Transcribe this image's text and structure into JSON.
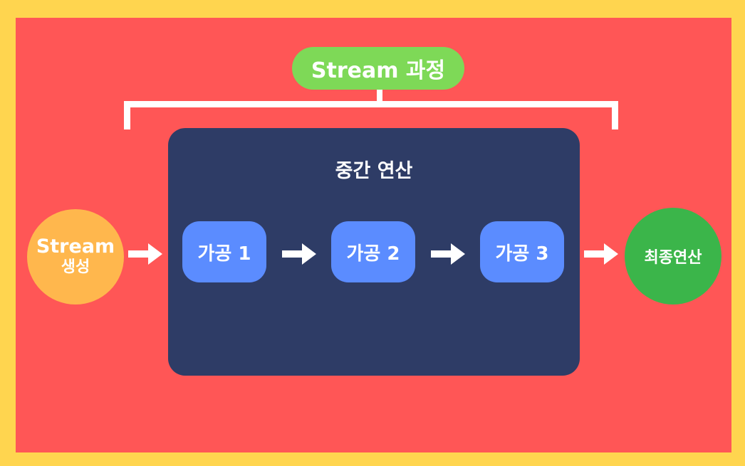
{
  "diagram": {
    "header_label": "Stream 과정",
    "panel_title": "중간 연산",
    "source_line1": "Stream",
    "source_line2": "생성",
    "steps": [
      "가공 1",
      "가공 2",
      "가공 3"
    ],
    "terminal_label": "최종연산"
  },
  "colors": {
    "outer_border": "#FFD54F",
    "background": "#FF5656",
    "header_pill": "#7ED957",
    "panel": "#2E3C66",
    "step": "#5B8CFF",
    "source": "#FFB74D",
    "terminal": "#3BB54A",
    "arrow": "#FFFFFF"
  }
}
